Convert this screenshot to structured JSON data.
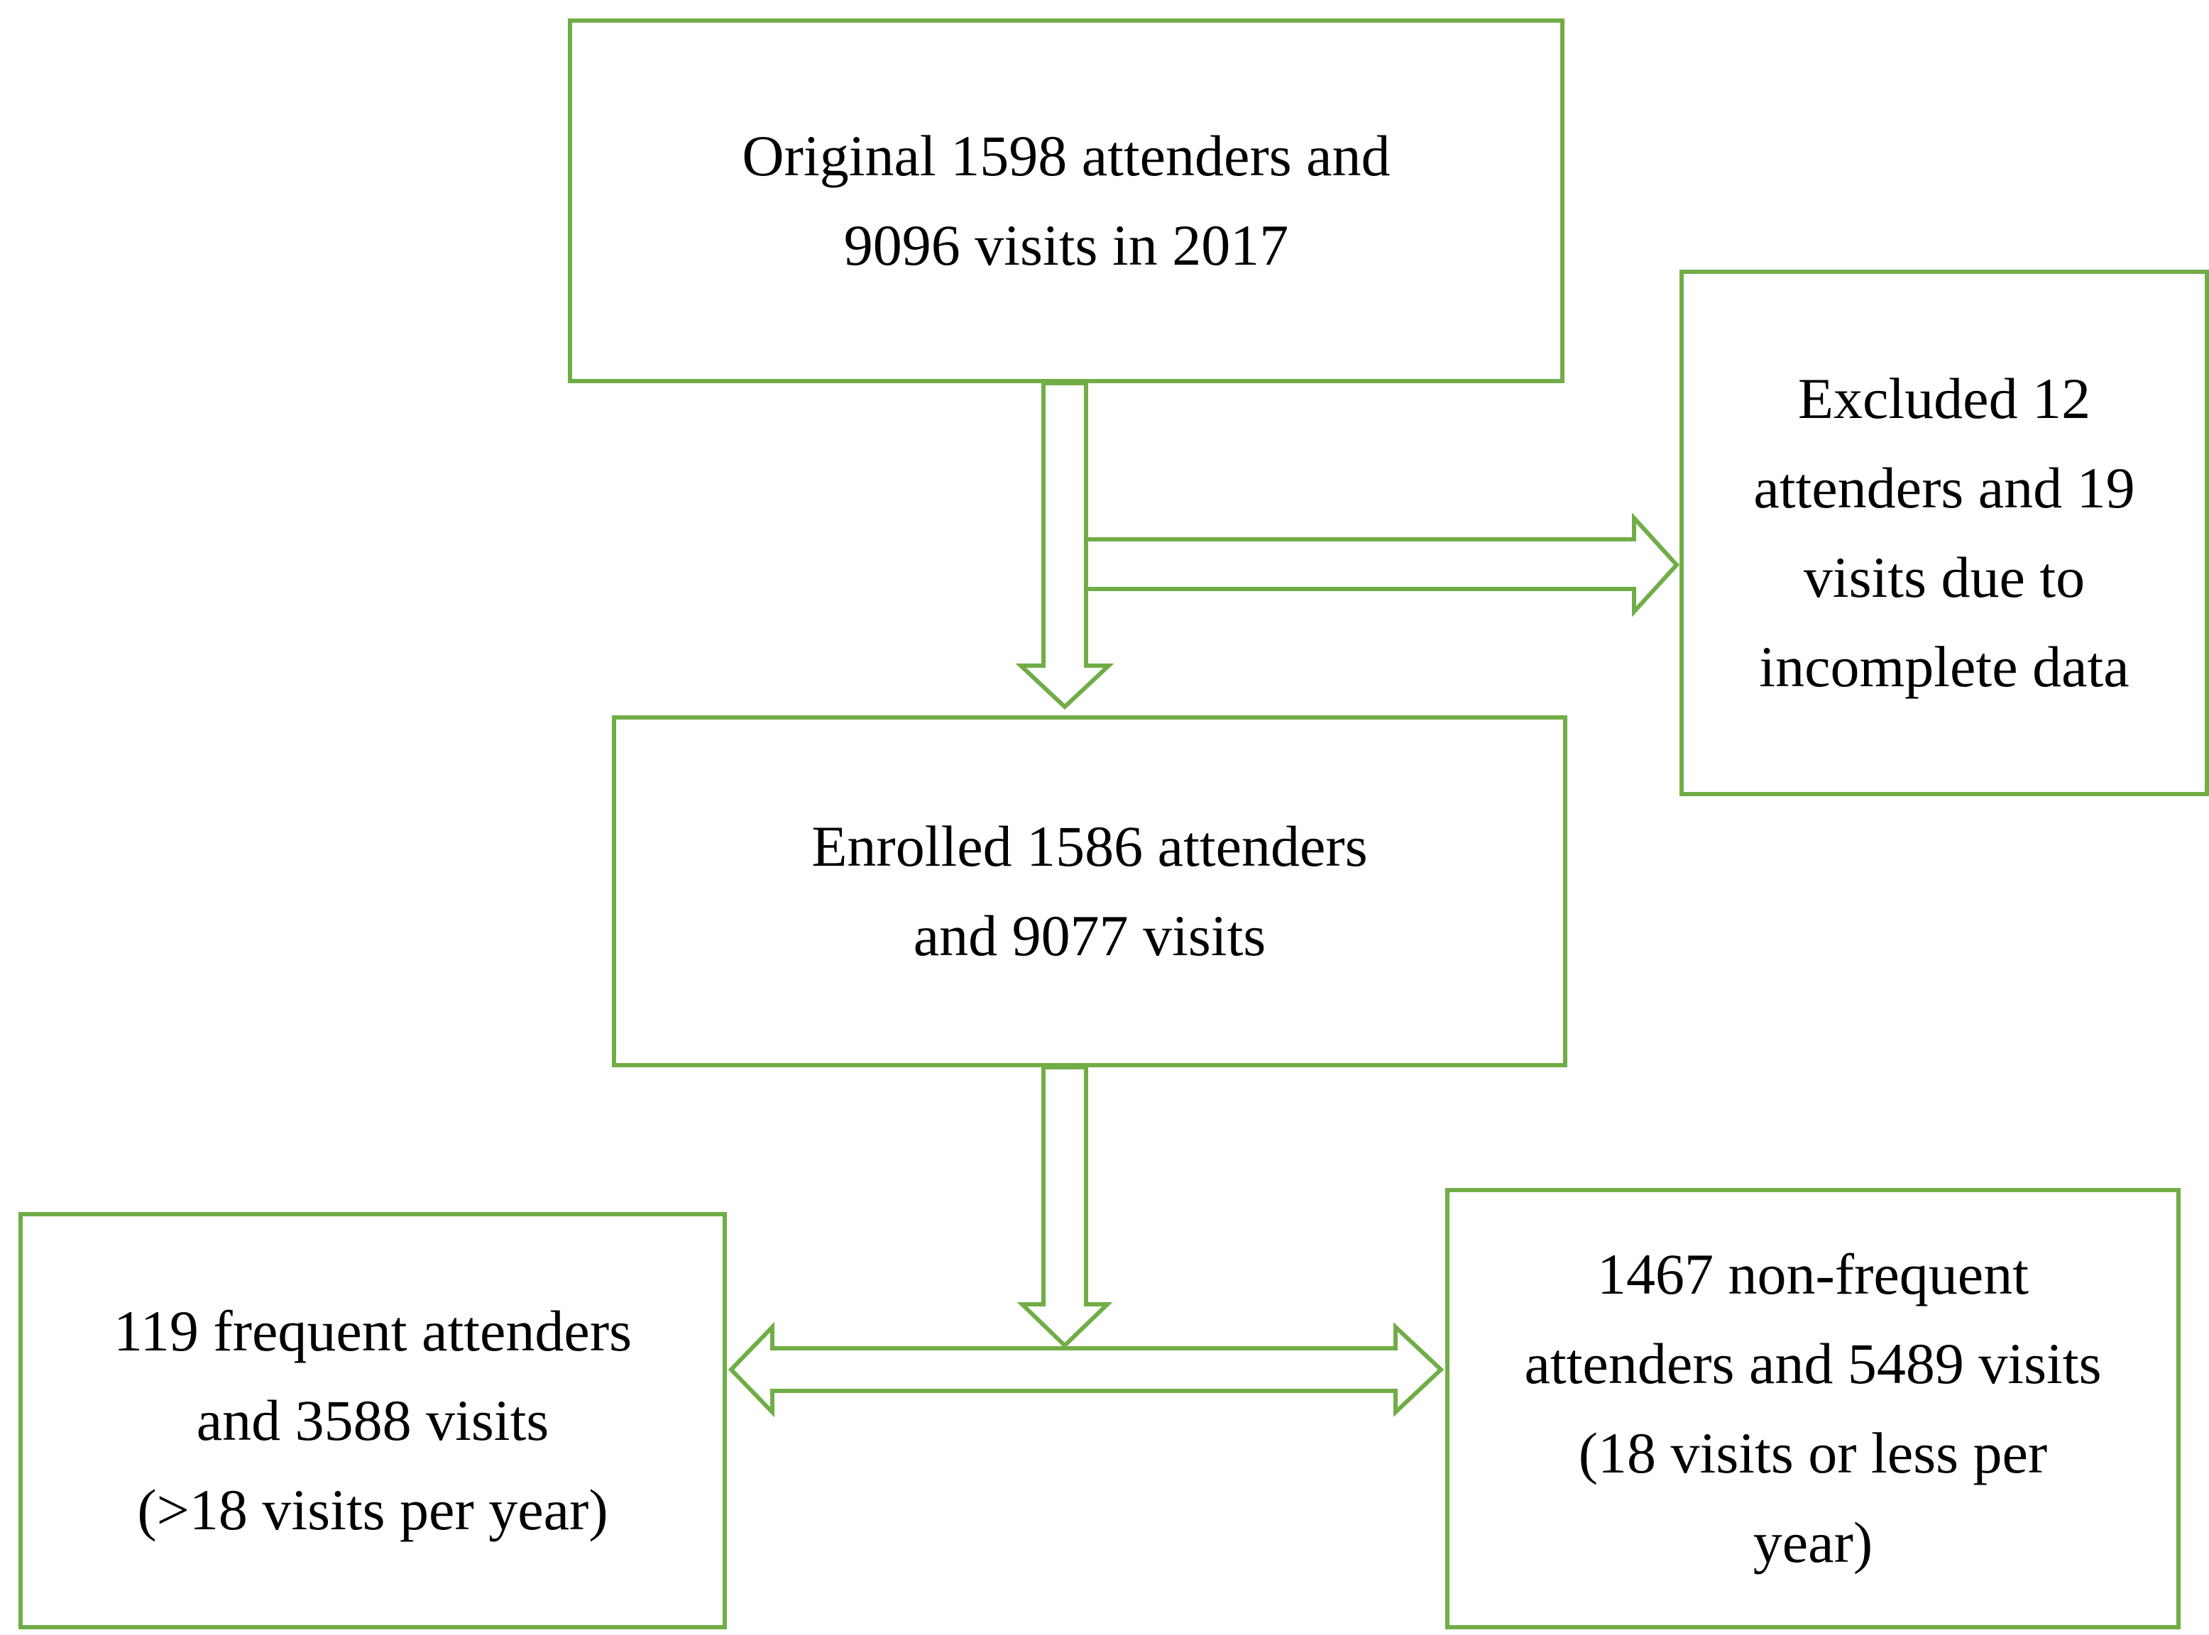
{
  "colors": {
    "accent": "#70ad47",
    "text": "#000000",
    "background": "#ffffff"
  },
  "boxes": {
    "original": "Original 1598 attenders and\n9096 visits in 2017",
    "excluded": "Excluded 12\nattenders and 19\nvisits due to\nincomplete data",
    "enrolled": "Enrolled 1586 attenders\nand 9077 visits",
    "frequent": "119 frequent attenders\nand 3588 visits\n(>18 visits per year)",
    "nonfrequent": "1467 non-frequent\nattenders and 5489 visits\n(18 visits or less per\nyear)"
  }
}
